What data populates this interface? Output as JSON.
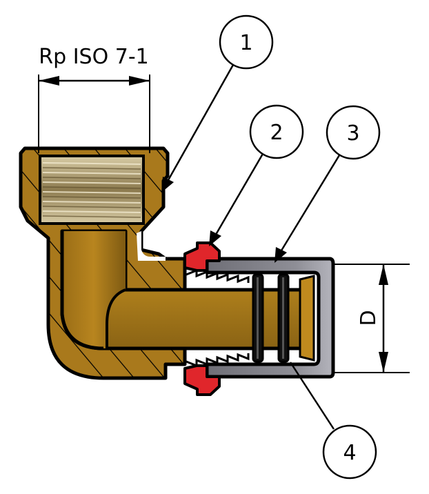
{
  "diagram": {
    "type": "technical-section-drawing",
    "subject": "brass elbow fitting with female thread and press/push connector",
    "dimensions": {
      "thread": {
        "label": "Rp ISO 7-1"
      },
      "diameter": {
        "label": "D"
      }
    },
    "balloons": [
      {
        "number": "1",
        "part": "brass body"
      },
      {
        "number": "2",
        "part": "red retaining ring"
      },
      {
        "number": "3",
        "part": "grey sleeve"
      },
      {
        "number": "4",
        "part": "o-rings"
      }
    ],
    "colors": {
      "brass": "#a9791c",
      "brass_dark": "#7a5410",
      "thread": "#c9b98a",
      "red_ring": "#e0262b",
      "sleeve": "#8e8e96",
      "outline": "#000000"
    }
  }
}
